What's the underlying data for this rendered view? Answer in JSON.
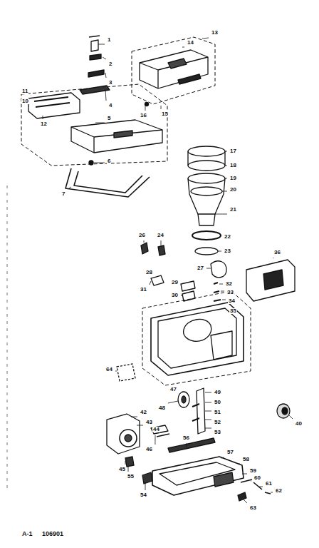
{
  "diagram": {
    "labels": [
      "1",
      "2",
      "3",
      "4",
      "5",
      "10",
      "11",
      "12",
      "6",
      "7",
      "13",
      "14",
      "15",
      "16",
      "17",
      "18",
      "19",
      "20",
      "21",
      "22",
      "23",
      "24",
      "26",
      "27",
      "28",
      "29",
      "30",
      "31",
      "32",
      "33",
      "34",
      "35",
      "36",
      "64",
      "47",
      "48",
      "49",
      "50",
      "51",
      "52",
      "53",
      "40",
      "42",
      "43",
      "44",
      "45",
      "46",
      "54",
      "55",
      "56",
      "57",
      "58",
      "59",
      "60",
      "61",
      "62",
      "63",
      "A-1",
      "106901"
    ]
  }
}
